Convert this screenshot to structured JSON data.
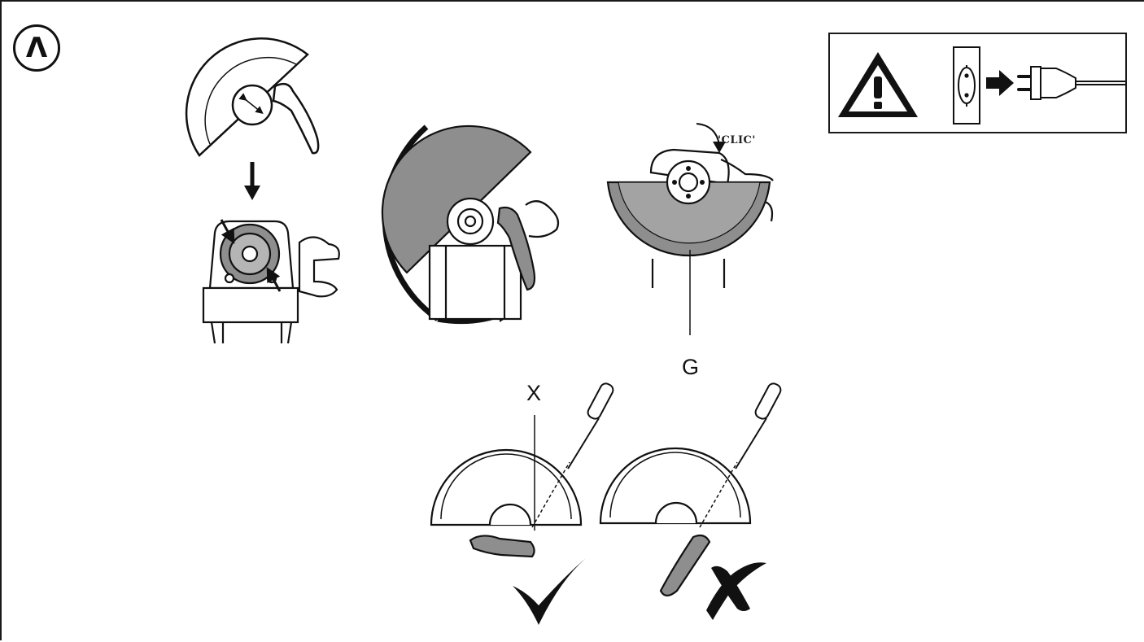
{
  "step_marker": "Λ",
  "callouts": {
    "guard_label": "G",
    "lever_label": "X",
    "click_sound": "'CLIC'"
  },
  "icons": [
    "warning-triangle-icon",
    "wall-socket-icon",
    "right-arrow-icon",
    "power-plug-icon",
    "checkmark-icon",
    "cross-mark-icon",
    "screwdriver-icon"
  ],
  "colors": {
    "line": "#111111",
    "guard_fill": "#8e8e8e",
    "guard_fill_light": "#a3a3a3",
    "paper": "#ffffff"
  }
}
